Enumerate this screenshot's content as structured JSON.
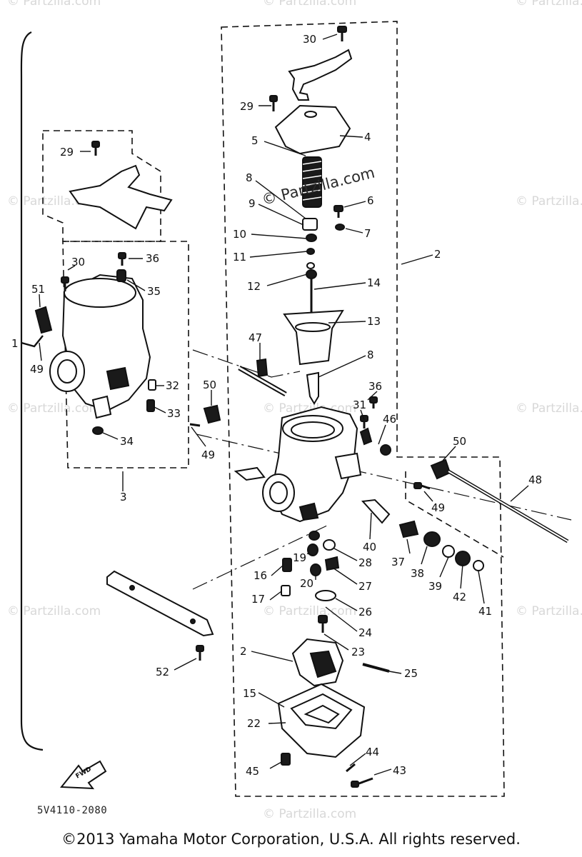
{
  "watermark": {
    "text": "© Partzilla.com",
    "positions_count": 12
  },
  "center_watermark": "© Partzilla.com",
  "part_code": "5V4110-2080",
  "front_marker": "FWD",
  "copyright": "©2013 Yamaha Motor Corporation, U.S.A. All rights reserved.",
  "callouts": {
    "c30a": "30",
    "c29a": "29",
    "c4": "4",
    "c5": "5",
    "c8a": "8",
    "c9": "9",
    "c6": "6",
    "c7": "7",
    "c2a": "2",
    "c10": "10",
    "c11": "11",
    "c12": "12",
    "c14": "14",
    "c13": "13",
    "c8b": "8",
    "c47": "47",
    "c36a": "36",
    "c31": "31",
    "c46": "46",
    "c50a": "50",
    "c50b": "50",
    "c48": "48",
    "c49a": "49",
    "c49b": "49",
    "c49c": "49",
    "c29b": "29",
    "c30b": "30",
    "c36b": "36",
    "c35": "35",
    "c51": "51",
    "c1": "1",
    "c32": "32",
    "c33": "33",
    "c34": "34",
    "c3": "3",
    "c40": "40",
    "c37": "37",
    "c38": "38",
    "c39": "39",
    "c42": "42",
    "c41": "41",
    "c16": "16",
    "c19": "19",
    "c28": "28",
    "c20": "20",
    "c27": "27",
    "c17": "17",
    "c26": "26",
    "c24": "24",
    "c23": "23",
    "c2b": "2",
    "c25": "25",
    "c15": "15",
    "c22": "22",
    "c52": "52",
    "c44": "44",
    "c45": "45",
    "c43": "43"
  }
}
